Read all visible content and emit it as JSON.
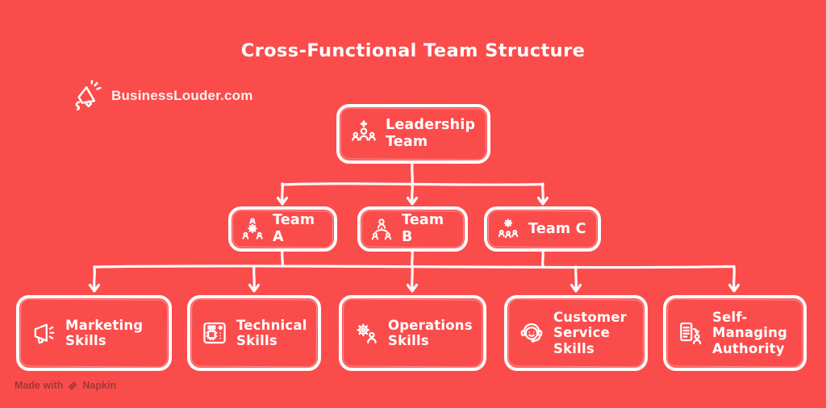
{
  "title": "Cross-Functional Team Structure",
  "brand": {
    "name": "BusinessLouder.com",
    "icon": "megaphone-icon"
  },
  "colors": {
    "background": "#FB4C4C",
    "stroke": "#FFFFFF",
    "text": "#FFFFFF",
    "attribution_text": "#9C3A3A"
  },
  "org": {
    "root": {
      "label": "Leadership Team",
      "icon": "leadership-team-icon"
    },
    "teams": [
      {
        "label": "Team A",
        "icon": "team-around-gear-icon"
      },
      {
        "label": "Team B",
        "icon": "team-hierarchy-icon"
      },
      {
        "label": "Team C",
        "icon": "gear-over-team-icon"
      }
    ],
    "skills": [
      {
        "label": "Marketing Skills",
        "icon": "megaphone-icon"
      },
      {
        "label": "Technical Skills",
        "icon": "circuit-board-icon"
      },
      {
        "label": "Operations Skills",
        "icon": "gear-person-icon"
      },
      {
        "label": "Customer Service Skills",
        "icon": "headset-agent-icon"
      },
      {
        "label": "Self-Managing Authority",
        "icon": "checklist-person-icon"
      }
    ]
  },
  "attribution": {
    "prefix": "Made with",
    "brand": "Napkin",
    "icon": "napkin-logo-icon"
  }
}
